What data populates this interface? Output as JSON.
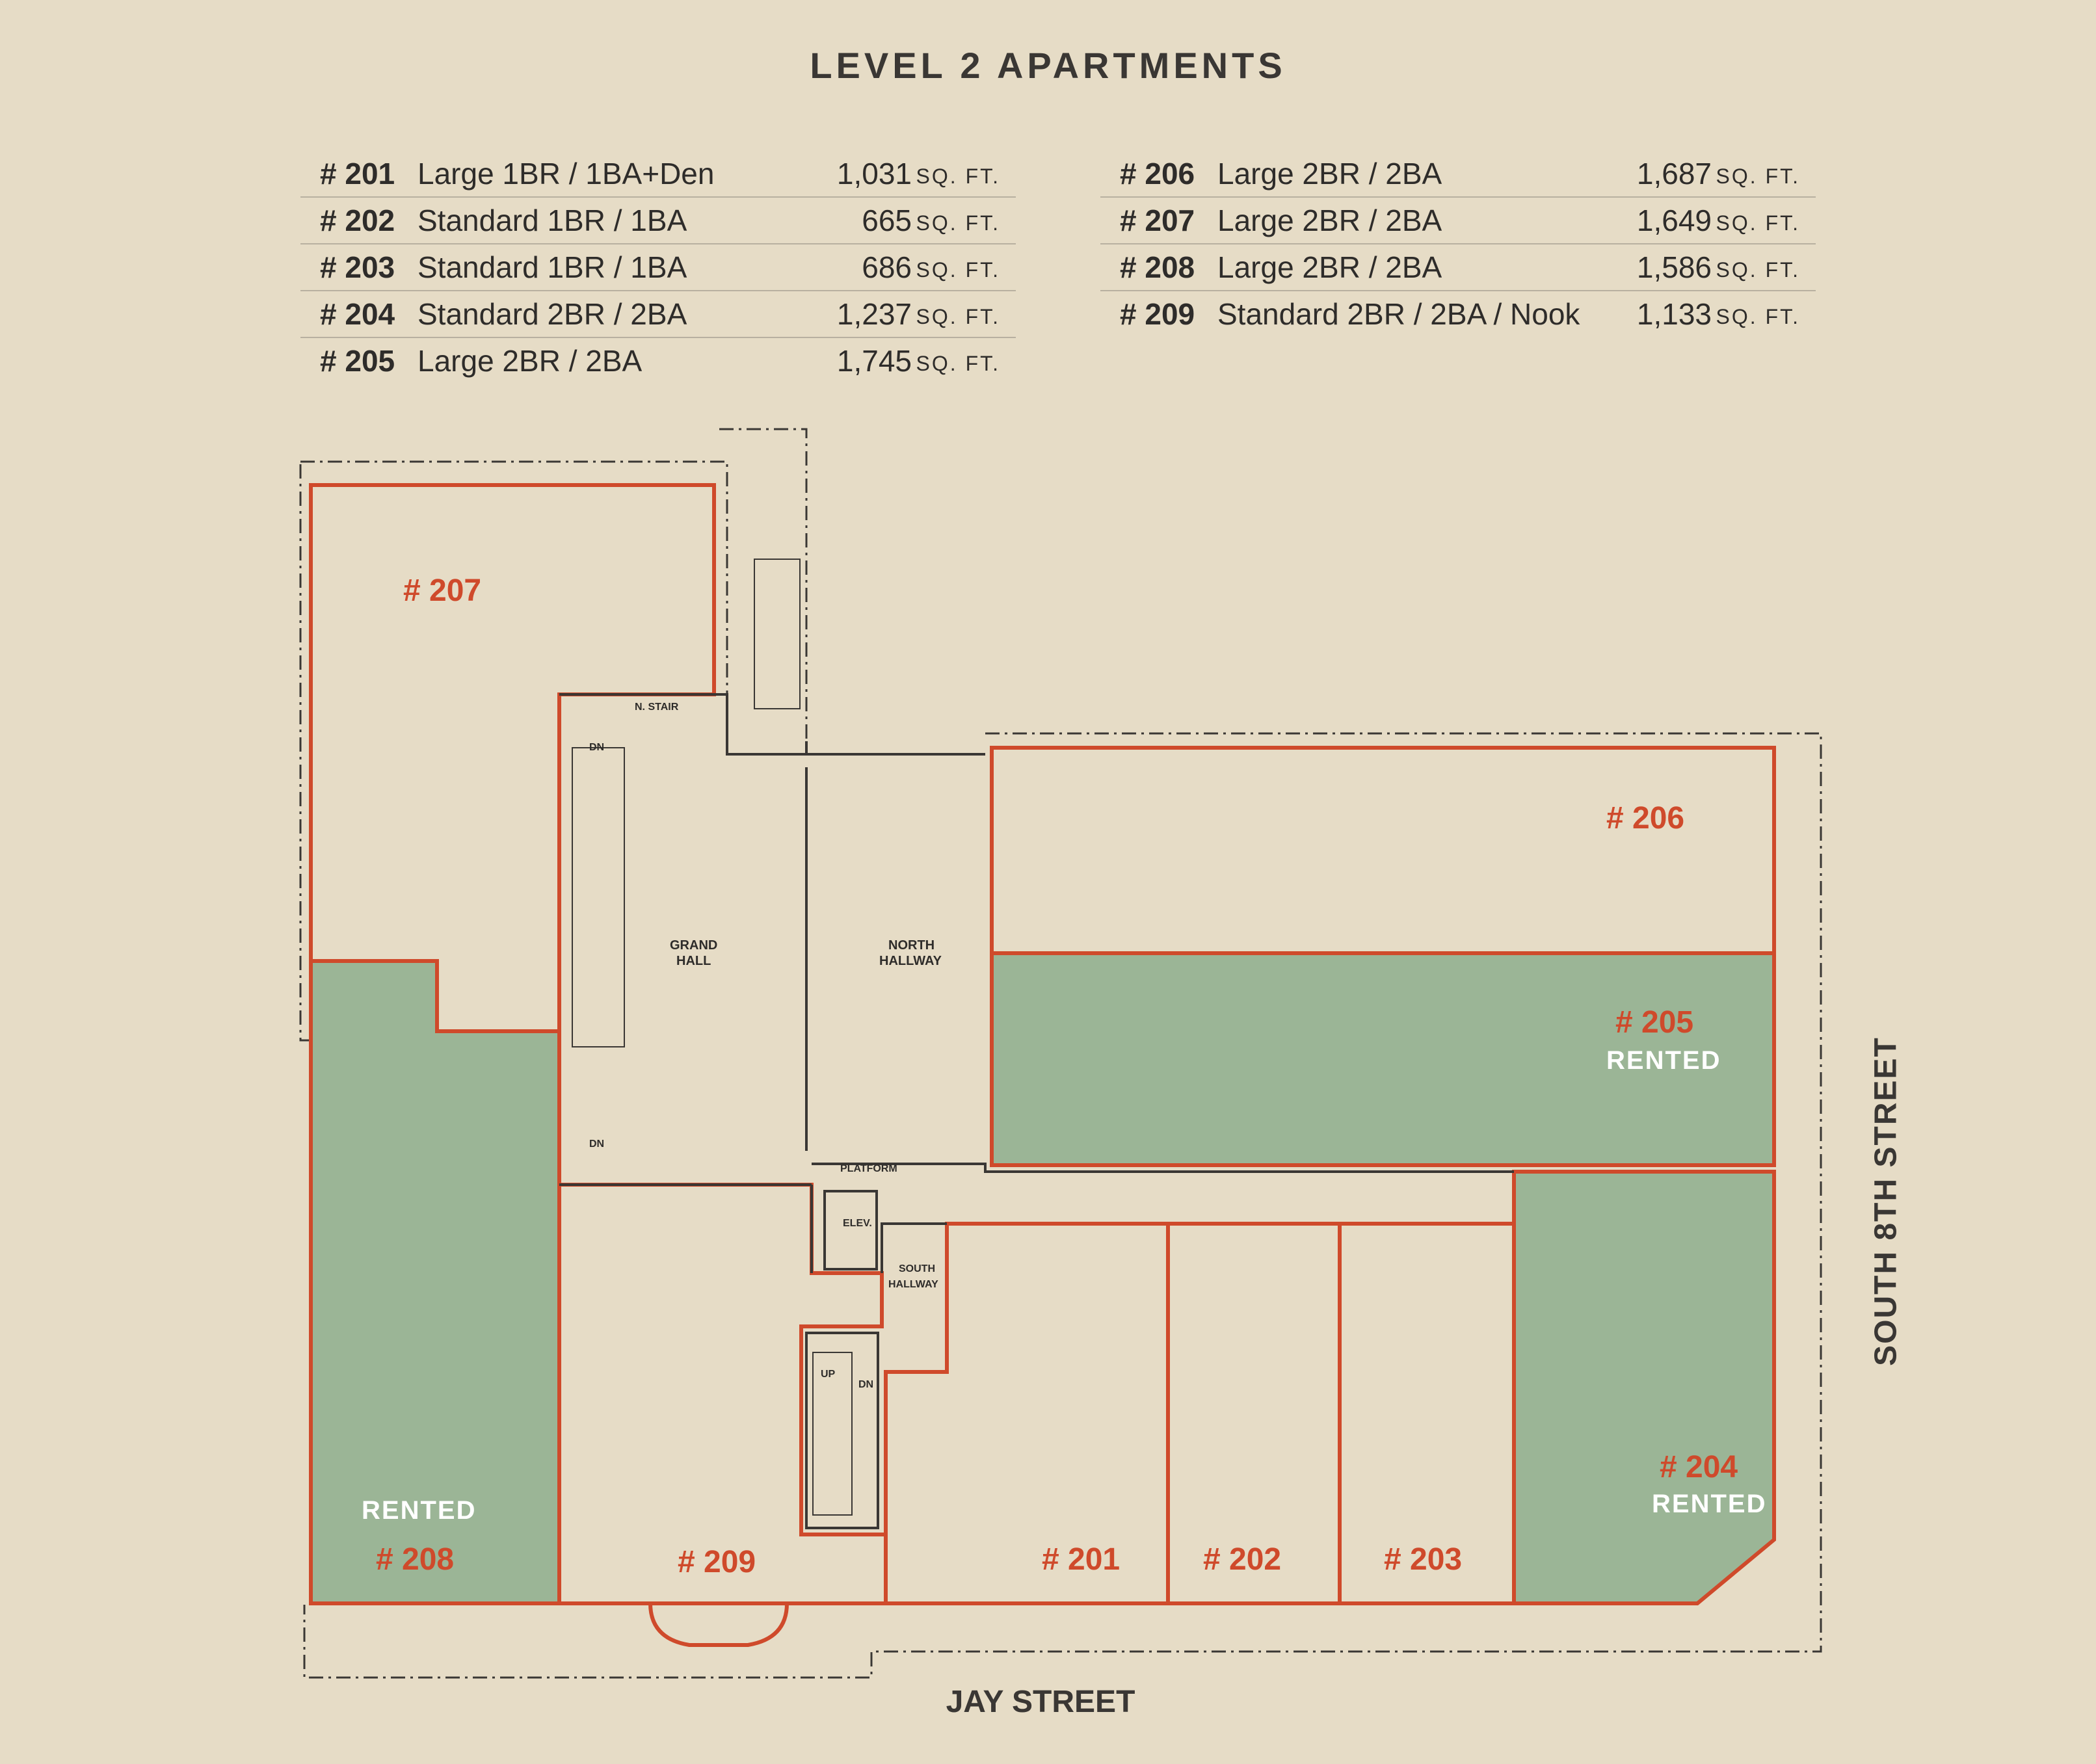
{
  "title": "LEVEL 2 APARTMENTS",
  "units_left": [
    {
      "num": "# 201",
      "type": "Large 1BR / 1BA+Den",
      "sqft": "1,031",
      "unit": "SQ. FT."
    },
    {
      "num": "# 202",
      "type": "Standard 1BR / 1BA",
      "sqft": "665",
      "unit": "SQ. FT."
    },
    {
      "num": "# 203",
      "type": "Standard 1BR / 1BA",
      "sqft": "686",
      "unit": "SQ. FT."
    },
    {
      "num": "# 204",
      "type": "Standard 2BR / 2BA",
      "sqft": "1,237",
      "unit": "SQ. FT."
    },
    {
      "num": "# 205",
      "type": "Large 2BR / 2BA",
      "sqft": "1,745",
      "unit": "SQ. FT."
    }
  ],
  "units_right": [
    {
      "num": "# 206",
      "type": "Large 2BR / 2BA",
      "sqft": "1,687",
      "unit": "SQ. FT."
    },
    {
      "num": "# 207",
      "type": "Large 2BR / 2BA",
      "sqft": "1,649",
      "unit": "SQ. FT."
    },
    {
      "num": "# 208",
      "type": "Large 2BR / 2BA",
      "sqft": "1,586",
      "unit": "SQ. FT."
    },
    {
      "num": "# 209",
      "type": "Standard 2BR / 2BA / Nook",
      "sqft": "1,133",
      "unit": "SQ. FT."
    }
  ],
  "plan": {
    "units": {
      "u201": "# 201",
      "u202": "# 202",
      "u203": "# 203",
      "u204": "# 204",
      "u205": "# 205",
      "u206": "# 206",
      "u207": "# 207",
      "u208": "# 208",
      "u209": "# 209"
    },
    "rented_label": "RENTED",
    "rooms": {
      "grand_hall_1": "GRAND",
      "grand_hall_2": "HALL",
      "north_hallway_1": "NORTH",
      "north_hallway_2": "HALLWAY",
      "south_hallway_1": "SOUTH",
      "south_hallway_2": "HALLWAY",
      "n_stair": "N. STAIR",
      "platform": "PLATFORM",
      "elev": "ELEV.",
      "dn": "DN",
      "up": "UP"
    },
    "colors": {
      "background": "#e6dcc6",
      "rented_fill": "#9bb596",
      "unit_outline": "#cf4a2b",
      "wall": "#3a3734"
    }
  },
  "streets": {
    "bottom": "JAY STREET",
    "right": "SOUTH 8TH STREET"
  }
}
